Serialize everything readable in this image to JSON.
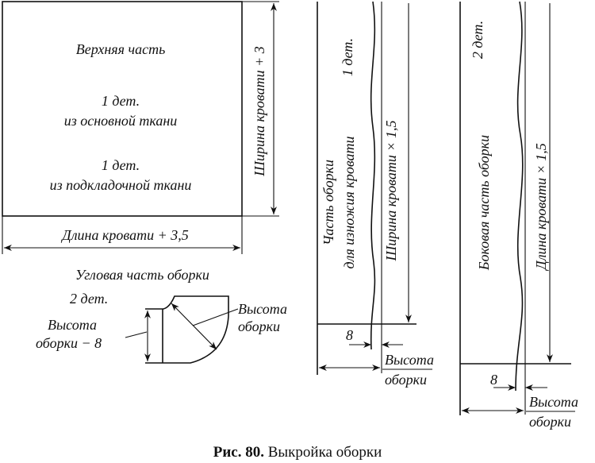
{
  "top_piece": {
    "title": "Верхняя часть",
    "qty_main": "1 дет.",
    "fabric_main": "из основной ткани",
    "qty_lining": "1 дет.",
    "fabric_lining": "из подкладочной ткани",
    "width_dim": "Ширина кровати + 3",
    "length_dim": "Длина кровати + 3,5"
  },
  "corner_piece": {
    "title": "Угловая часть оборки",
    "qty": "2 дет.",
    "left_dim_line1": "Высота",
    "left_dim_line2": "оборки − 8",
    "right_dim_line1": "Высота",
    "right_dim_line2": "оборки"
  },
  "foot_piece": {
    "qty": "1 дет.",
    "name_line1": "Часть оборки",
    "name_line2": "для изножия кровати",
    "length_dim": "Ширина кровати × 1,5",
    "offset": "8",
    "height_line1": "Высота",
    "height_line2": "оборки"
  },
  "side_piece": {
    "qty": "2 дет.",
    "name": "Боковая часть оборки",
    "length_dim": "Длина кровати × 1,5",
    "offset": "8",
    "height_line1": "Высота",
    "height_line2": "оборки"
  },
  "caption": {
    "label": "Рис. 80.",
    "text": " Выкройка оборки"
  }
}
